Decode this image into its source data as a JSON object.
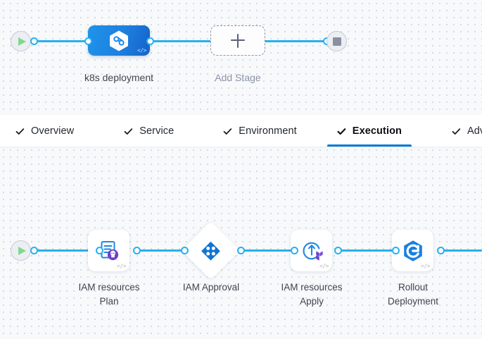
{
  "pipeline_top": {
    "start_node": {
      "name": "start-node",
      "icon": "play-icon"
    },
    "end_node": {
      "name": "end-node",
      "icon": "stop-icon"
    },
    "stages": [
      {
        "label": "k8s deployment",
        "icon": "harness-infinity-icon",
        "code_badge": "</>"
      },
      {
        "label": "Add Stage",
        "icon": "plus-icon"
      }
    ]
  },
  "tabs": {
    "items": [
      {
        "label": "Overview",
        "check": "check-icon",
        "active": false
      },
      {
        "label": "Service",
        "check": "check-icon",
        "active": false
      },
      {
        "label": "Environment",
        "check": "check-icon",
        "active": false
      },
      {
        "label": "Execution",
        "check": "check-icon",
        "active": true
      },
      {
        "label": "Advanced",
        "check": "check-icon",
        "active": false
      }
    ]
  },
  "pipeline_bottom": {
    "start_node": {
      "name": "start-node",
      "icon": "play-icon"
    },
    "steps": [
      {
        "label_line1": "IAM resources",
        "label_line2": "Plan",
        "icon": "terraform-plan-icon",
        "shape": "rounded",
        "code_badge": "</>"
      },
      {
        "label_line1": "IAM Approval",
        "label_line2": "",
        "icon": "approval-flower-icon",
        "shape": "diamond",
        "code_badge": ""
      },
      {
        "label_line1": "IAM resources",
        "label_line2": "Apply",
        "icon": "terraform-apply-icon",
        "shape": "rounded",
        "code_badge": "</>"
      },
      {
        "label_line1": "Rollout",
        "label_line2": "Deployment",
        "icon": "rollout-hexagon-icon",
        "shape": "rounded",
        "code_badge": "</>"
      }
    ]
  },
  "colors": {
    "connector": "#28b0f0",
    "accent": "#0278d5",
    "stage_gradient_from": "#1e94ea",
    "stage_gradient_to": "#1463c9",
    "canvas": "#f7f9fb",
    "grid_dot": "#c7d3de",
    "play_green": "#7fd98d",
    "stop_grey": "#8a90a0",
    "terraform_purple": "#6d3fc8",
    "muted_text": "#8b93a6",
    "label_text": "#41464f"
  }
}
